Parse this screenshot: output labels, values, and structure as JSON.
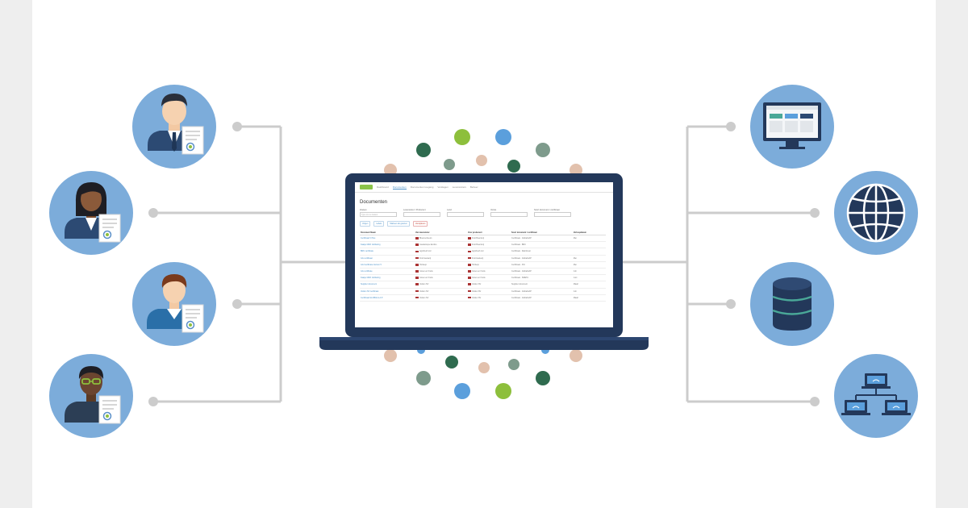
{
  "colors": {
    "circle": "#7cacda",
    "connector": "#cccccc",
    "laptop_frame": "#23385a",
    "dot_green": "#8dbf3c",
    "dot_blue": "#5b9fdc",
    "dot_dark": "#2f6b4f",
    "dot_sage": "#7e9b8c",
    "dot_peach": "#e2c1ad"
  },
  "people": [
    {
      "id": "person-1",
      "icon": "businessman-certificate-icon"
    },
    {
      "id": "person-2",
      "icon": "businesswoman-certificate-icon"
    },
    {
      "id": "person-3",
      "icon": "man-certificate-icon"
    },
    {
      "id": "person-4",
      "icon": "man-glasses-certificate-icon"
    }
  ],
  "systems": [
    {
      "id": "system-monitor",
      "icon": "monitor-icon"
    },
    {
      "id": "system-globe",
      "icon": "globe-icon"
    },
    {
      "id": "system-database",
      "icon": "database-icon"
    },
    {
      "id": "system-network",
      "icon": "network-computers-icon"
    }
  ],
  "screen": {
    "nav": [
      "Dashboard",
      "Documenten",
      "Documenten toegang",
      "Verslagen",
      "Leveranciers",
      "Beheer"
    ],
    "title": "Documenten",
    "filters": [
      {
        "label": "Zoeken",
        "placeholder": "Type om te zoeken"
      },
      {
        "label": "Leverancier / Producent",
        "placeholder": ""
      },
      {
        "label": "Land",
        "placeholder": ""
      },
      {
        "label": "Versie",
        "placeholder": ""
      },
      {
        "label": "Soort document / certificaat",
        "placeholder": ""
      }
    ],
    "buttons": [
      "Volgen",
      "Labels",
      "Markeer als gelezen",
      "Verwijderen"
    ],
    "columns": [
      "Document Naam",
      "Van leverancier",
      "Voor producent",
      "Soort document / certificaat",
      "Verloopdatum"
    ],
    "rows": [
      [
        "Certificaat V Plus",
        "Bloemenbeurs",
        "Fruit Boerderij",
        "Certificaat - GlobalGAP",
        "Mei"
      ],
      [
        "Kaatje GMO Verklaring",
        "Guadeloupe Exotics",
        "Fruit Boerderij",
        "Certificaat - BRC",
        ""
      ],
      [
        "BRC certificate",
        "Agrofresh Ltd",
        "Agrofresh Ltd",
        "Certificaat - Rainforest",
        ""
      ],
      [
        "GG certificaat",
        "Fruit kwekerij",
        "Fruit kwekerij",
        "Certificaat - GlobalGAP",
        "Mei"
      ],
      [
        "GG Certificate Version 5",
        "Hortiexp",
        "Hortiexp",
        "Certificaat - FSI",
        "Mei"
      ],
      [
        "GG certificate",
        "Groen en Fruits",
        "Groen en Fruits",
        "Certificaat - GlobalGAP",
        "Juli"
      ],
      [
        "Kaatje GMO Verklaring",
        "Groen en Fruits",
        "Groen en Fruits",
        "Certificaat - SMETA",
        "Juni"
      ],
      [
        "Supplier document",
        "Velden NV",
        "Velden NV",
        "Supplier document",
        "Maart"
      ],
      [
        "Velden NV certificaat",
        "Velden NV",
        "Velden NV",
        "Certificaat - GlobalGAP",
        "Juli"
      ],
      [
        "Certificaat GLOBALG.A.P.",
        "Velden NV",
        "Velden NV",
        "Certificaat - GlobalGAP",
        "Maart"
      ]
    ]
  }
}
